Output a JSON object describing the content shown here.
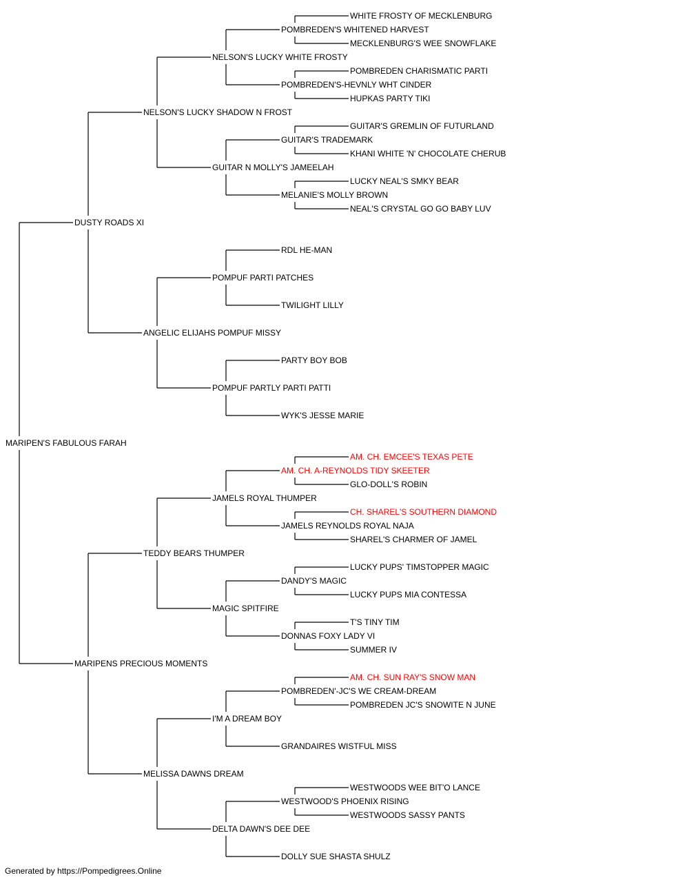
{
  "colors": {
    "line": "#000000",
    "text": "#000000",
    "champion": "#ff0000"
  },
  "footer": "Generated by https://Pompedigrees.Online",
  "pedigree": {
    "name": "MARIPEN'S FABULOUS FARAH",
    "sire": {
      "name": "DUSTY ROADS XI",
      "sire": {
        "name": "NELSON'S LUCKY SHADOW N FROST",
        "sire": {
          "name": "NELSON'S LUCKY WHITE FROSTY",
          "sire": {
            "name": "POMBREDEN'S WHITENED HARVEST",
            "sire": {
              "name": "WHITE FROSTY OF MECKLENBURG"
            },
            "dam": {
              "name": "MECKLENBURG'S WEE SNOWFLAKE"
            }
          },
          "dam": {
            "name": "POMBREDEN'S-HEVNLY WHT CINDER",
            "sire": {
              "name": "POMBREDEN CHARISMATIC PARTI"
            },
            "dam": {
              "name": "HUPKAS PARTY TIKI"
            }
          }
        },
        "dam": {
          "name": "GUITAR N MOLLY'S JAMEELAH",
          "sire": {
            "name": "GUITAR'S TRADEMARK",
            "sire": {
              "name": "GUITAR'S GREMLIN OF FUTURLAND"
            },
            "dam": {
              "name": "KHANI WHITE 'N' CHOCOLATE CHERUB"
            }
          },
          "dam": {
            "name": "MELANIE'S MOLLY BROWN",
            "sire": {
              "name": "LUCKY NEAL'S SMKY BEAR"
            },
            "dam": {
              "name": "NEAL'S CRYSTAL GO GO BABY LUV"
            }
          }
        }
      },
      "dam": {
        "name": "ANGELIC ELIJAHS POMPUF MISSY",
        "sire": {
          "name": "POMPUF PARTI PATCHES",
          "sire": {
            "name": "RDL HE-MAN"
          },
          "dam": {
            "name": "TWILIGHT LILLY"
          }
        },
        "dam": {
          "name": "POMPUF PARTLY PARTI PATTI",
          "sire": {
            "name": "PARTY BOY BOB"
          },
          "dam": {
            "name": "WYK'S JESSE MARIE"
          }
        }
      }
    },
    "dam": {
      "name": "MARIPENS PRECIOUS MOMENTS",
      "sire": {
        "name": "TEDDY BEARS THUMPER",
        "sire": {
          "name": "JAMELS ROYAL THUMPER",
          "sire": {
            "name": "AM. CH. A-REYNOLDS TIDY SKEETER",
            "champion": true,
            "sire": {
              "name": "AM. CH. EMCEE'S TEXAS PETE",
              "champion": true
            },
            "dam": {
              "name": "GLO-DOLL'S ROBIN"
            }
          },
          "dam": {
            "name": "JAMELS REYNOLDS ROYAL NAJA",
            "sire": {
              "name": "CH. SHAREL'S SOUTHERN DIAMOND",
              "champion": true
            },
            "dam": {
              "name": "SHAREL'S CHARMER OF JAMEL"
            }
          }
        },
        "dam": {
          "name": "MAGIC SPITFIRE",
          "sire": {
            "name": "DANDY'S MAGIC",
            "sire": {
              "name": "LUCKY PUPS' TIMSTOPPER MAGIC"
            },
            "dam": {
              "name": "LUCKY PUPS MIA CONTESSA"
            }
          },
          "dam": {
            "name": "DONNAS FOXY LADY VI",
            "sire": {
              "name": "T'S TINY TIM"
            },
            "dam": {
              "name": "SUMMER IV"
            }
          }
        }
      },
      "dam": {
        "name": "MELISSA DAWNS DREAM",
        "sire": {
          "name": "I'M A DREAM BOY",
          "sire": {
            "name": "POMBREDEN'-JC'S WE CREAM-DREAM",
            "sire": {
              "name": "AM. CH. SUN RAY'S SNOW MAN",
              "champion": true
            },
            "dam": {
              "name": "POMBREDEN JC'S SNOWITE N JUNE"
            }
          },
          "dam": {
            "name": "GRANDAIRES WISTFUL MISS"
          }
        },
        "dam": {
          "name": "DELTA DAWN'S DEE DEE",
          "sire": {
            "name": "WESTWOOD'S PHOENIX RISING",
            "sire": {
              "name": "WESTWOODS WEE BIT'O LANCE"
            },
            "dam": {
              "name": "WESTWOODS SASSY PANTS"
            }
          },
          "dam": {
            "name": "DOLLY SUE SHASTA SHULZ"
          }
        }
      }
    }
  }
}
